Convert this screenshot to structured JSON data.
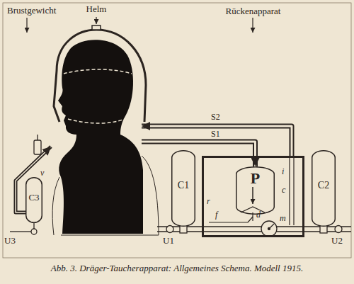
{
  "diagram": {
    "caption": "Abb. 3. Dräger-Taucherapparat: Allgemeines Schema. Modell 1915.",
    "nodes": [
      {
        "text": [
          "Helm"
        ]
      },
      {
        "text": [
          "Rückenapparat"
        ]
      },
      {
        "text": [
          "P"
        ],
        "in": 1
      },
      {
        "text": [
          "C1"
        ]
      },
      {
        "text": [
          "C2"
        ]
      },
      {
        "text": [
          "C3"
        ]
      }
    ],
    "edges": [
      {
        "from": 1,
        "to": 0,
        "arrow": "to",
        "label": "S2"
      },
      {
        "from": 0,
        "to": 2,
        "arrow": "to",
        "label": "S1"
      },
      {
        "from": 5,
        "to": 0,
        "arrow": "to"
      }
    ],
    "labels": [
      "Brustgewicht",
      "v",
      "U3",
      "U1",
      "r",
      "f",
      "i",
      "c",
      "d",
      "m",
      "U2"
    ]
  }
}
